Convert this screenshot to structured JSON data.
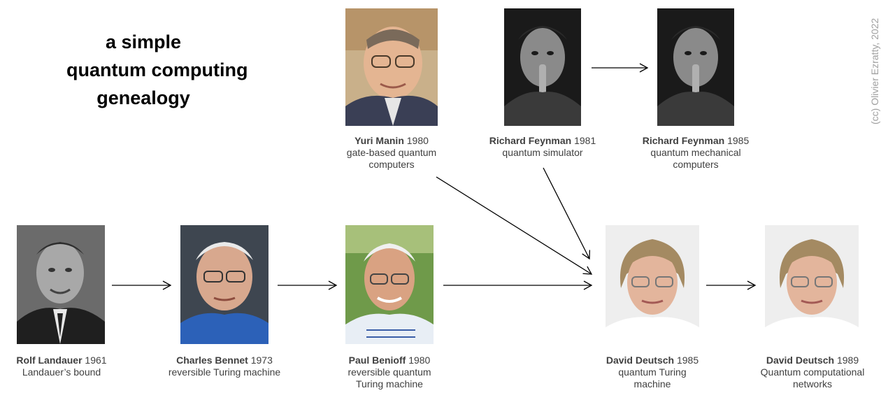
{
  "title": {
    "line1": "a simple",
    "line2": "quantum computing",
    "line3": "genealogy"
  },
  "credit": "(cc) Olivier Ezratty, 2022",
  "nodes": {
    "landauer": {
      "name": "Rolf Landauer",
      "year": "1961",
      "desc1": "Landauer’s bound",
      "desc2": ""
    },
    "bennet": {
      "name": "Charles Bennet",
      "year": "1973",
      "desc1": "reversible Turing machine",
      "desc2": ""
    },
    "benioff": {
      "name": "Paul Benioff",
      "year": "1980",
      "desc1": "reversible quantum",
      "desc2": "Turing machine"
    },
    "manin": {
      "name": "Yuri Manin",
      "year": "1980",
      "desc1": "gate-based quantum",
      "desc2": "computers"
    },
    "feynman81": {
      "name": "Richard Feynman",
      "year": "1981",
      "desc1": "quantum simulator",
      "desc2": ""
    },
    "feynman85": {
      "name": "Richard Feynman",
      "year": "1985",
      "desc1": "quantum mechanical",
      "desc2": "computers"
    },
    "deutsch85": {
      "name": "David Deutsch",
      "year": "1985",
      "desc1": "quantum Turing",
      "desc2": "machine"
    },
    "deutsch89": {
      "name": "David Deutsch",
      "year": "1989",
      "desc1": "Quantum computational",
      "desc2": "networks"
    }
  }
}
